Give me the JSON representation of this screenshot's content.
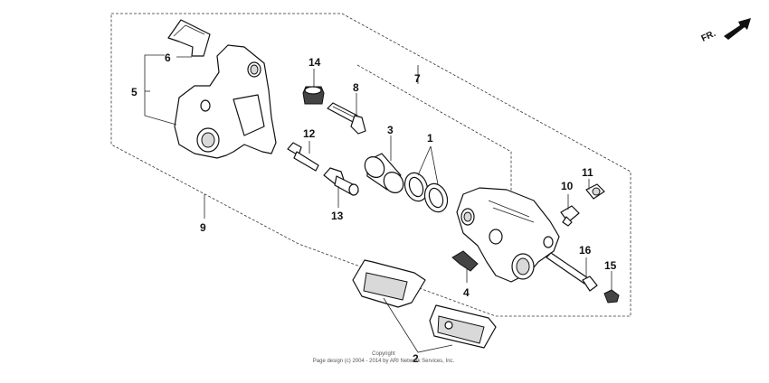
{
  "direction_marker": {
    "label": "FR.",
    "icon": "arrow-right-icon"
  },
  "callouts": {
    "c1": "1",
    "c2": "2",
    "c3": "3",
    "c4": "4",
    "c5": "5",
    "c6": "6",
    "c7": "7",
    "c8": "8",
    "c9": "9",
    "c10": "10",
    "c11": "11",
    "c12": "12",
    "c13": "13",
    "c14": "14",
    "c15": "15",
    "c16": "16"
  },
  "copyright": {
    "line1": "Copyright",
    "line2": "Page design (c) 2004 - 2014 by ARI Network Services, Inc."
  }
}
